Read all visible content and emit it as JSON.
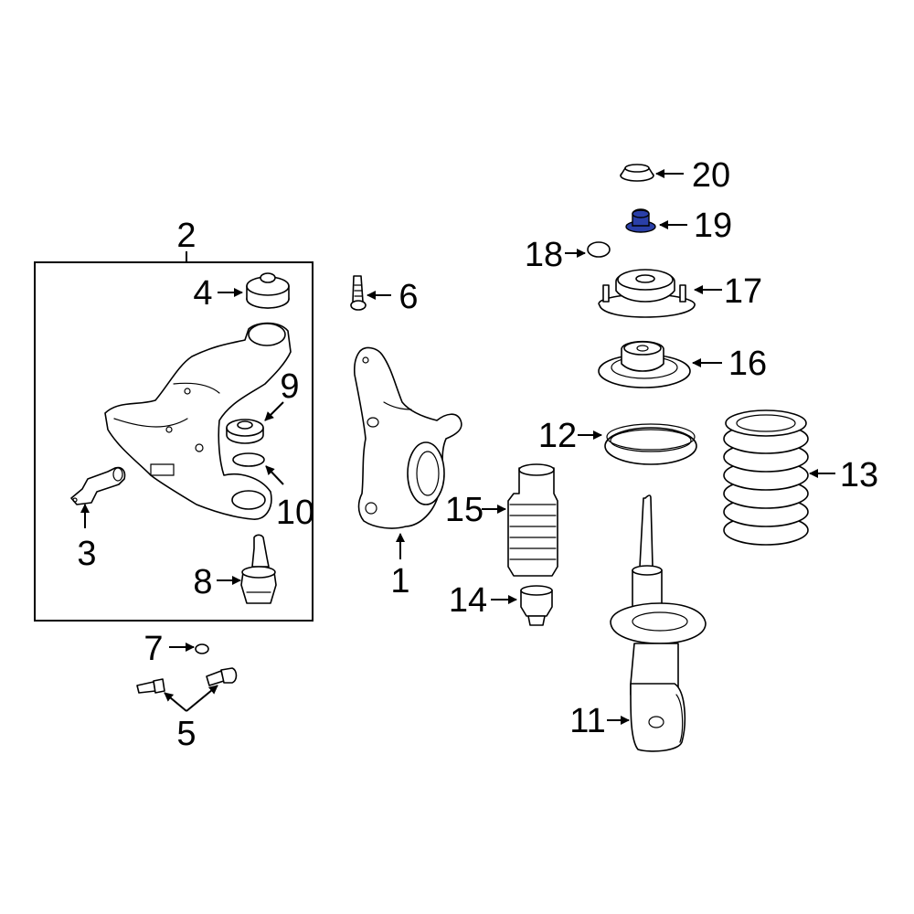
{
  "highlight_color": "#2a3fa8",
  "callouts": {
    "c1": "1",
    "c2": "2",
    "c3": "3",
    "c4": "4",
    "c5": "5",
    "c6": "6",
    "c7": "7",
    "c8": "8",
    "c9": "9",
    "c10": "10",
    "c11": "11",
    "c12": "12",
    "c13": "13",
    "c14": "14",
    "c15": "15",
    "c16": "16",
    "c17": "17",
    "c18": "18",
    "c19": "19",
    "c20": "20"
  },
  "highlighted_part": "19"
}
